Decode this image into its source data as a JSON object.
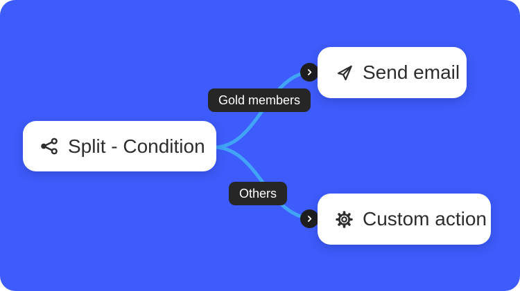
{
  "colors": {
    "background": "#3E5CFB",
    "node_bg": "#FFFFFF",
    "node_text": "#2D2D2D",
    "connector": "#41A4F5",
    "condition_bg": "#262626",
    "condition_text": "#FFFFFF",
    "badge_bg": "#1E1E1E",
    "badge_chevron": "#FFFFFF"
  },
  "flow": {
    "source_node": {
      "label": "Split - Condition",
      "icon": "split-icon"
    },
    "branches": [
      {
        "condition_label": "Gold members",
        "badge_icon": "chevron-right-icon",
        "target_node": {
          "label": "Send email",
          "icon": "send-icon"
        }
      },
      {
        "condition_label": "Others",
        "badge_icon": "chevron-right-icon",
        "target_node": {
          "label": "Custom action",
          "icon": "gear-icon"
        }
      }
    ]
  }
}
